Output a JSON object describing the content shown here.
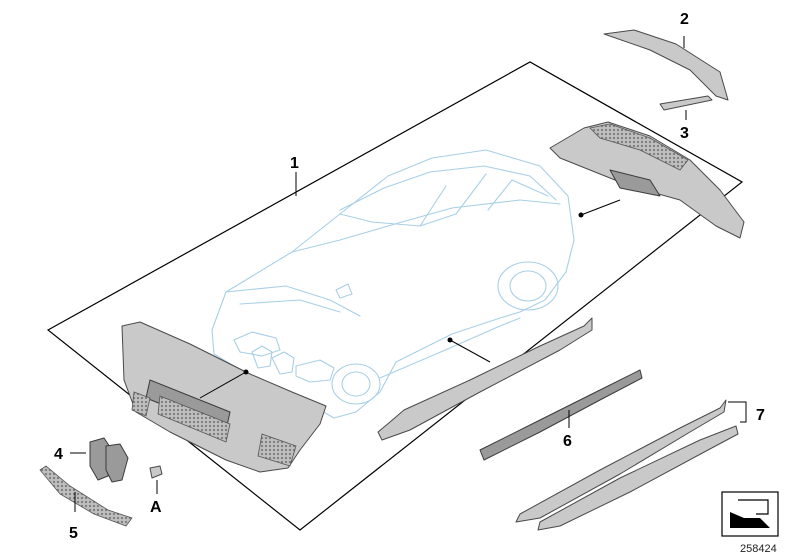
{
  "diagram": {
    "callouts": {
      "c1": "1",
      "c2": "2",
      "c3": "3",
      "c4": "4",
      "c5": "5",
      "c6": "6",
      "c7": "7",
      "cA": "A"
    },
    "doc_number": "258424",
    "colors": {
      "car_outline": "#a9cfe6",
      "part_fill": "#c9c9c9",
      "part_stroke": "#4a4a4a",
      "text": "#000000"
    },
    "icons": {
      "corner_symbol": "folded-arrow-icon"
    }
  }
}
